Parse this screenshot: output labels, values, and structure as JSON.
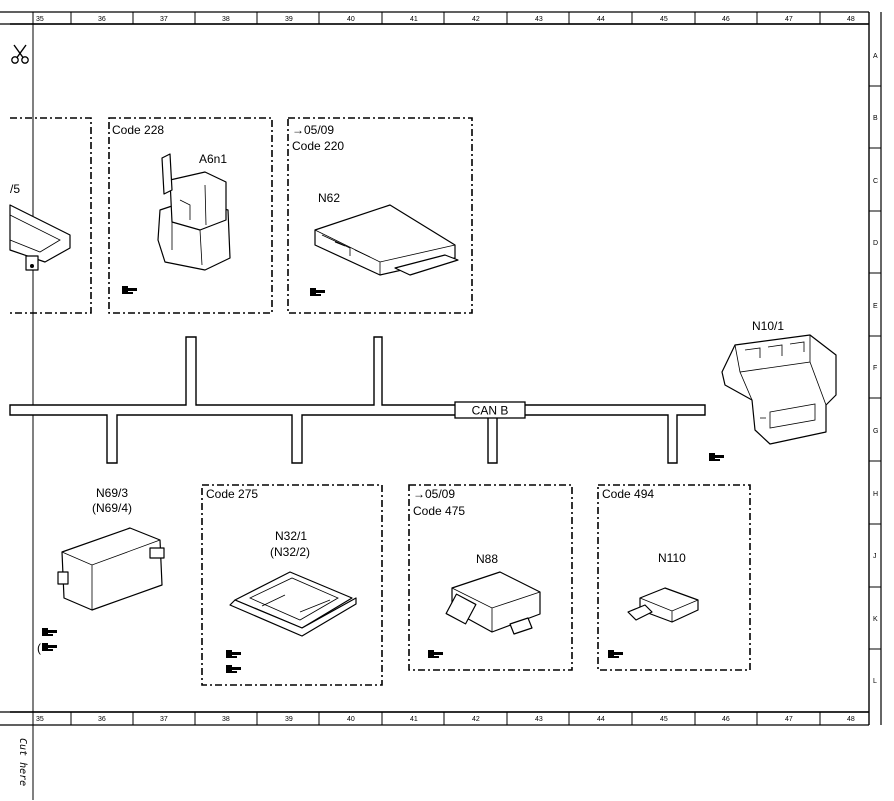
{
  "frame": {
    "columns": [
      "35",
      "36",
      "37",
      "38",
      "39",
      "40",
      "41",
      "42",
      "43",
      "44",
      "45",
      "46",
      "47",
      "48"
    ],
    "rows": [
      "A",
      "B",
      "C",
      "D",
      "E",
      "F",
      "G",
      "H",
      "J",
      "K",
      "L"
    ],
    "cut_label": "Cut here"
  },
  "bus": {
    "label": "CAN B"
  },
  "components": {
    "partial_left": {
      "label": "/5"
    },
    "a6n1": {
      "code": "Code 228",
      "label": "A6n1"
    },
    "n62": {
      "date": "05/09",
      "code": "Code 220",
      "label": "N62"
    },
    "n10_1": {
      "label": "N10/1"
    },
    "n69_3": {
      "label": "N69/3",
      "alt": "(N69/4)"
    },
    "n32_1": {
      "code": "Code 275",
      "label": "N32/1",
      "alt": "(N32/2)"
    },
    "n88": {
      "date": "05/09",
      "code": "Code 475",
      "label": "N88"
    },
    "n110": {
      "code": "Code 494",
      "label": "N110"
    }
  },
  "icons": [
    "scissors-icon",
    "hand-pointer-icon"
  ]
}
